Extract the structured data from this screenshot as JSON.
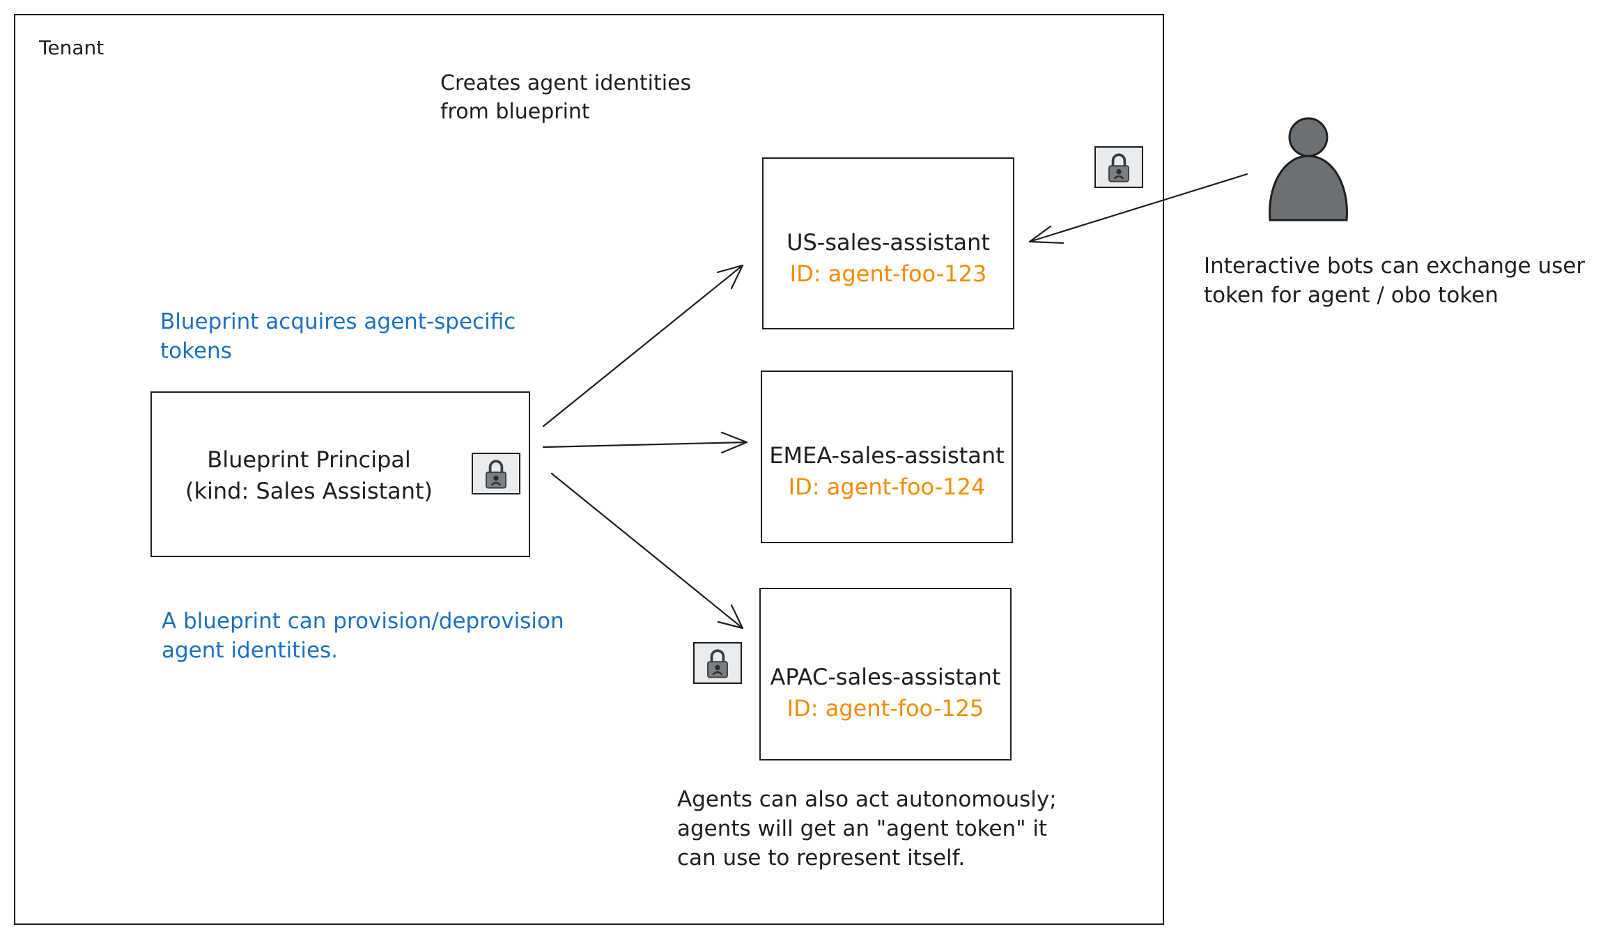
{
  "tenant": {
    "label": "Tenant"
  },
  "notes": {
    "creates_line1": "Creates agent identities",
    "creates_line2": "from blueprint",
    "acquires_line1": "Blueprint acquires agent-specific",
    "acquires_line2": "tokens",
    "provision_line1": "A blueprint can provision/deprovision",
    "provision_line2": "agent identities.",
    "autonomous_line1": "Agents can also act autonomously;",
    "autonomous_line2": "agents will get an \"agent token\" it",
    "autonomous_line3": "can use to represent itself.",
    "interactive_line1": "Interactive bots can exchange user",
    "interactive_line2": "token for agent / obo token"
  },
  "blueprint": {
    "name": "Blueprint Principal",
    "kind": "(kind: Sales Assistant)"
  },
  "agents": [
    {
      "name": "US-sales-assistant",
      "id": "ID: agent-foo-123"
    },
    {
      "name": "EMEA-sales-assistant",
      "id": "ID: agent-foo-124"
    },
    {
      "name": "APAC-sales-assistant",
      "id": "ID: agent-foo-125"
    }
  ],
  "icons": {
    "lock": "lock-icon",
    "user": "user-icon"
  },
  "colors": {
    "stroke": "#1e1e1e",
    "blue_note": "#1971c2",
    "orange_id": "#f08c00",
    "user_fill": "#6b7075",
    "lock_bg": "#e9ecef"
  }
}
